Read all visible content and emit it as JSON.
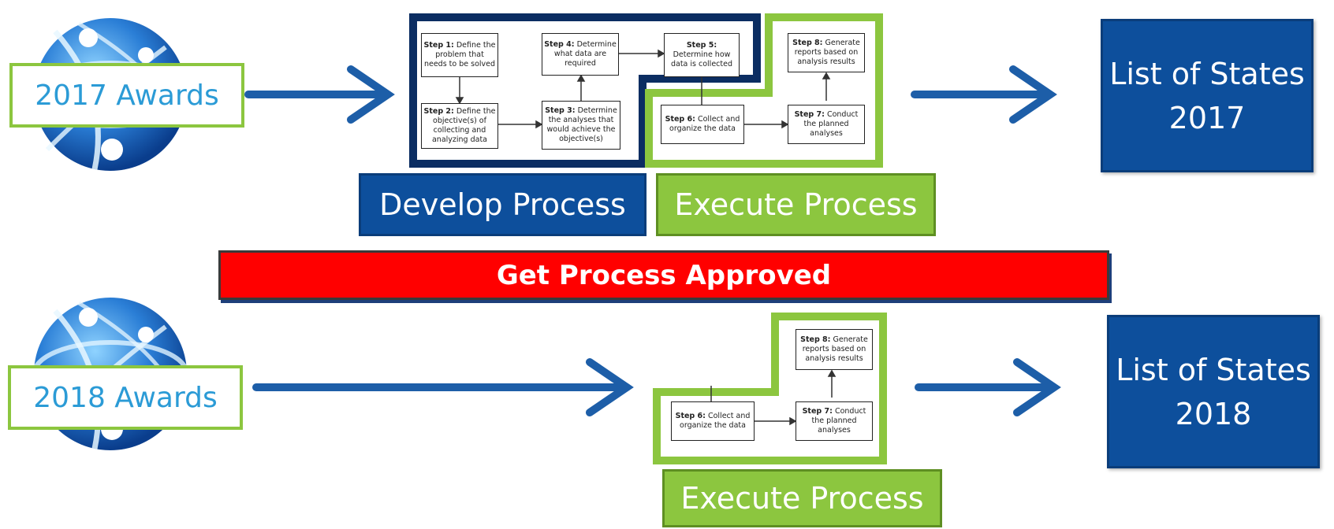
{
  "row2017": {
    "award_label": "2017 Awards",
    "develop_label": "Develop Process",
    "execute_label": "Execute Process",
    "states_line1": "List of States",
    "states_line2": "2017"
  },
  "approval_label": "Get Process Approved",
  "row2018": {
    "award_label": "2018 Awards",
    "execute_label": "Execute Process",
    "states_line1": "List of States",
    "states_line2": "2018"
  },
  "steps": {
    "s1": {
      "num": "Step 1:",
      "text": " Define the problem that needs to be solved"
    },
    "s2": {
      "num": "Step 2:",
      "text": " Define the objective(s) of collecting and analyzing data"
    },
    "s3": {
      "num": "Step 3:",
      "text": " Determine the analyses that would achieve the objective(s)"
    },
    "s4": {
      "num": "Step 4:",
      "text": " Determine what data are required"
    },
    "s5": {
      "num": "Step 5:",
      "text": " Determine how data is collected"
    },
    "s6": {
      "num": "Step 6:",
      "text": " Collect and organize the data"
    },
    "s7": {
      "num": "Step 7:",
      "text": " Conduct the planned analyses"
    },
    "s8": {
      "num": "Step 8:",
      "text": " Generate reports based on analysis results"
    }
  },
  "colors": {
    "blue": "#0d4f9c",
    "green": "#8cc63f",
    "red": "#ff0000",
    "award_text": "#2b9bd6"
  },
  "icons": [
    "globe-icon",
    "arrow-right-icon"
  ]
}
